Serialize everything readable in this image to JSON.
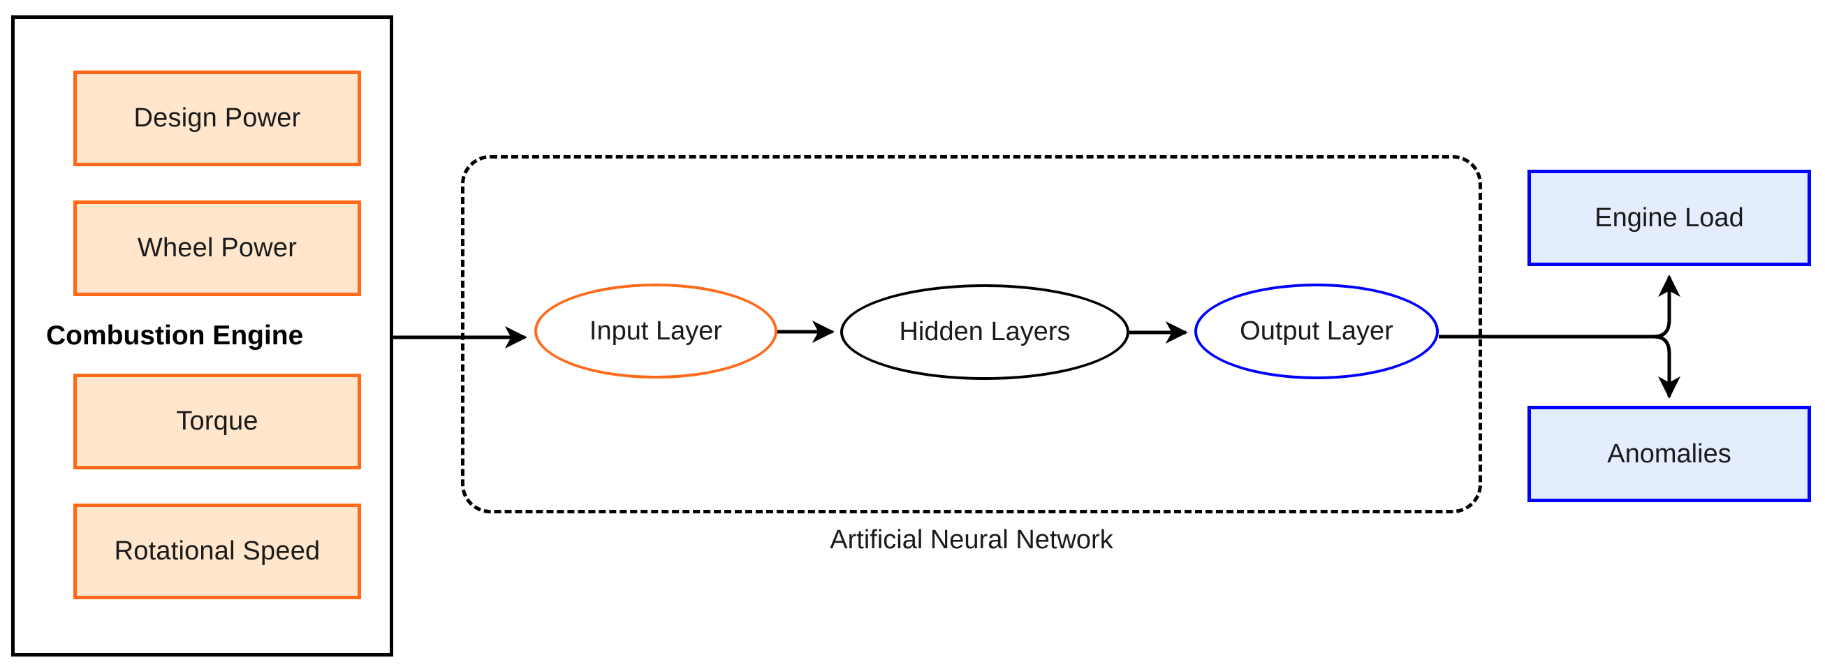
{
  "diagram": {
    "title_text_visible": false,
    "engine_panel": {
      "label": "Combustion Engine",
      "inputs": [
        {
          "label": "Design Power"
        },
        {
          "label": "Wheel Power"
        },
        {
          "label": "Torque"
        },
        {
          "label": "Rotational Speed"
        }
      ]
    },
    "ann": {
      "caption": "Artificial Neural Network",
      "layers": [
        {
          "label": "Input Layer",
          "accent": "#FF6A1A"
        },
        {
          "label": "Hidden Layers",
          "accent": "#000000"
        },
        {
          "label": "Output Layer",
          "accent": "#0000FF"
        }
      ]
    },
    "outputs": [
      {
        "label": "Engine Load"
      },
      {
        "label": "Anomalies"
      }
    ],
    "colors": {
      "input_fill": "#FFE6CC",
      "input_border": "#FF6A1A",
      "output_fill": "#E3EDFD",
      "output_border": "#0000FF",
      "panel_border": "#000000",
      "hidden_border": "#000000",
      "background": "#FFFFFF"
    }
  }
}
